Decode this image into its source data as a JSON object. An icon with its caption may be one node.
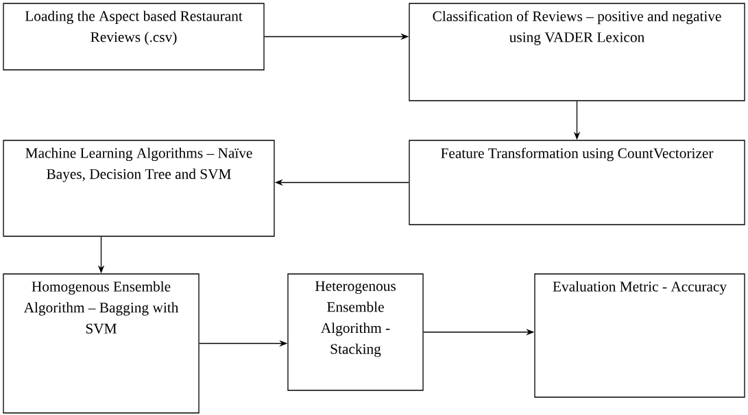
{
  "diagram": {
    "nodes": [
      {
        "text": [
          "Loading the Aspect based Restaurant Reviews (.csv)"
        ]
      },
      {
        "text": [
          "Classification of Reviews – positive and negative using VADER Lexicon"
        ]
      },
      {
        "text": [
          "Machine Learning Algorithms – Naïve Bayes, Decision Tree and SVM"
        ]
      },
      {
        "text": [
          "Feature Transformation using CountVectorizer"
        ]
      },
      {
        "text": [
          "Homogenous Ensemble Algorithm – Bagging with SVM"
        ]
      },
      {
        "text": [
          "Heterogenous Ensemble Algorithm - Stacking"
        ]
      },
      {
        "text": [
          "Evaluation Metric - Accuracy"
        ]
      }
    ],
    "edges": [
      {
        "from": 0,
        "to": 1,
        "arrow": "to"
      },
      {
        "from": 1,
        "to": 3,
        "arrow": "to"
      },
      {
        "from": 3,
        "to": 2,
        "arrow": "to"
      },
      {
        "from": 2,
        "to": 4,
        "arrow": "to"
      },
      {
        "from": 4,
        "to": 5,
        "arrow": "to"
      },
      {
        "from": 5,
        "to": 6,
        "arrow": "to"
      }
    ]
  }
}
